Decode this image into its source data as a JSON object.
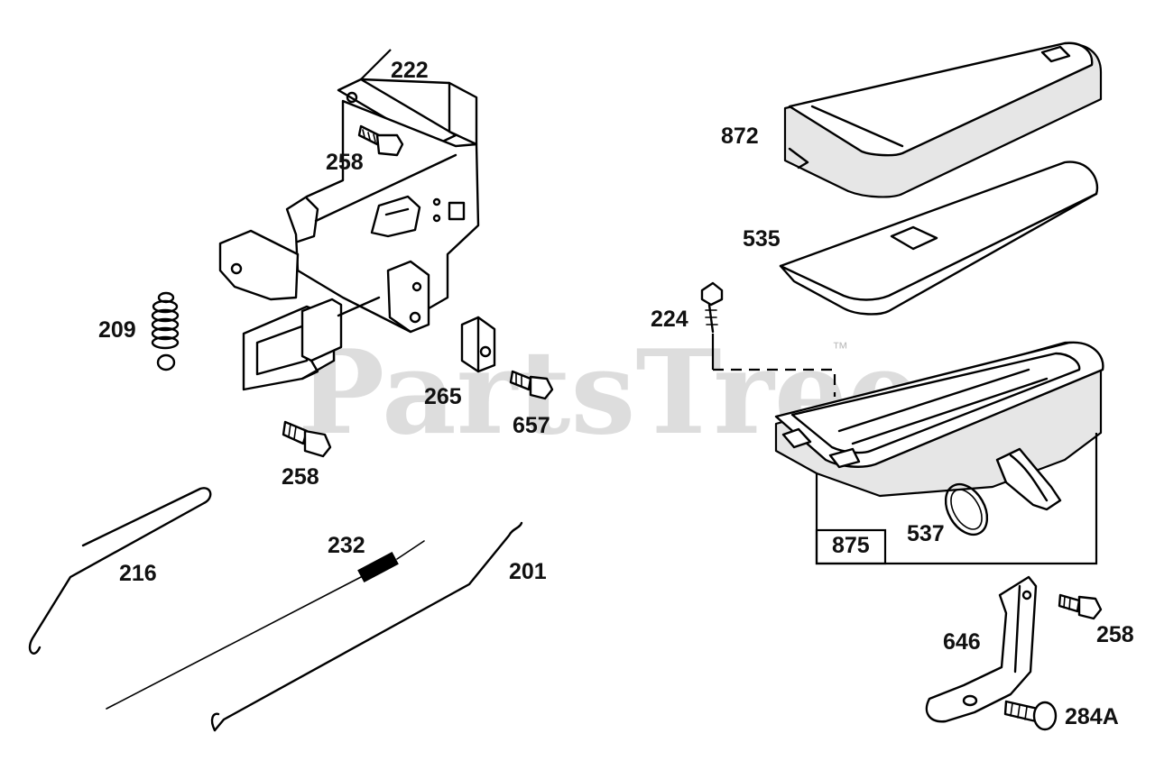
{
  "watermark": {
    "text": "PartsTree",
    "trademark": "™"
  },
  "callouts": {
    "p222": "222",
    "p258a": "258",
    "p209": "209",
    "p265": "265",
    "p657": "657",
    "p258b": "258",
    "p216": "216",
    "p232": "232",
    "p201": "201",
    "p872": "872",
    "p535": "535",
    "p224": "224",
    "p875": "875",
    "p537": "537",
    "p646": "646",
    "p258c": "258",
    "p284A": "284A"
  }
}
